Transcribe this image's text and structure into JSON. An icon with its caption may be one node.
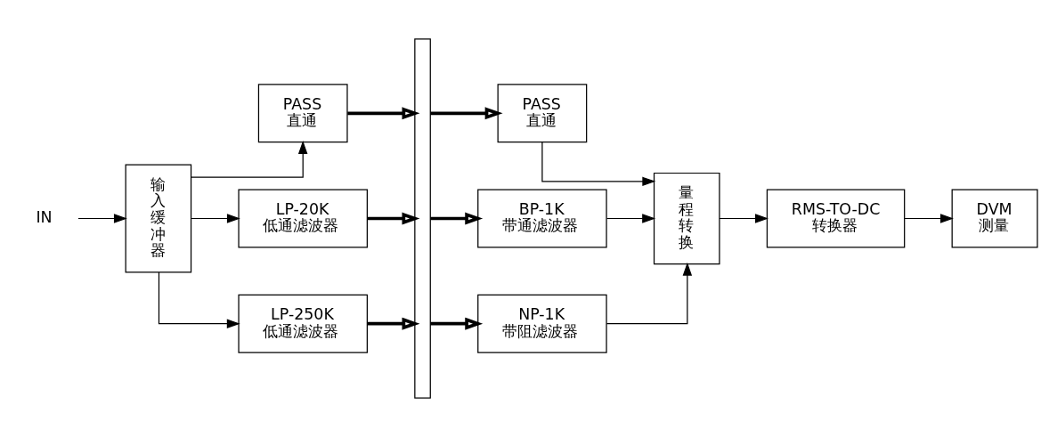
{
  "diagram": {
    "nodes": [
      {
        "text": [
          "IN"
        ]
      },
      {
        "text": [
          "输入缓冲器"
        ]
      },
      {
        "text": [
          "PASS",
          "直通"
        ]
      },
      {
        "text": [
          "LP-20K",
          "低通滤波器"
        ]
      },
      {
        "text": [
          "LP-250K",
          "低通滤波器"
        ]
      },
      {
        "text": [],
        "shape": "bar"
      },
      {
        "text": [
          "PASS",
          "直通"
        ]
      },
      {
        "text": [
          "BP-1K",
          "带通滤波器"
        ]
      },
      {
        "text": [
          "NP-1K",
          "带阻滤波器"
        ]
      },
      {
        "text": [
          "量程转换"
        ]
      },
      {
        "text": [
          "RMS-TO-DC",
          "转换器"
        ]
      },
      {
        "text": [
          "DVM",
          "测量"
        ]
      }
    ],
    "edges": [
      {
        "from": 0,
        "to": 1,
        "arrow": "to"
      },
      {
        "from": 1,
        "to": 2,
        "arrow": "to"
      },
      {
        "from": 1,
        "to": 3,
        "arrow": "to"
      },
      {
        "from": 1,
        "to": 4,
        "arrow": "to"
      },
      {
        "from": 2,
        "to": 5,
        "arrow": "to",
        "style": "thick"
      },
      {
        "from": 3,
        "to": 5,
        "arrow": "to",
        "style": "thick"
      },
      {
        "from": 4,
        "to": 5,
        "arrow": "to",
        "style": "thick"
      },
      {
        "from": 5,
        "to": 6,
        "arrow": "to",
        "style": "thick"
      },
      {
        "from": 5,
        "to": 7,
        "arrow": "to",
        "style": "thick"
      },
      {
        "from": 5,
        "to": 8,
        "arrow": "to",
        "style": "thick"
      },
      {
        "from": 6,
        "to": 9,
        "arrow": "to"
      },
      {
        "from": 7,
        "to": 9,
        "arrow": "to"
      },
      {
        "from": 8,
        "to": 9,
        "arrow": "to"
      },
      {
        "from": 9,
        "to": 10,
        "arrow": "to"
      },
      {
        "from": 10,
        "to": 11,
        "arrow": "to"
      }
    ]
  }
}
